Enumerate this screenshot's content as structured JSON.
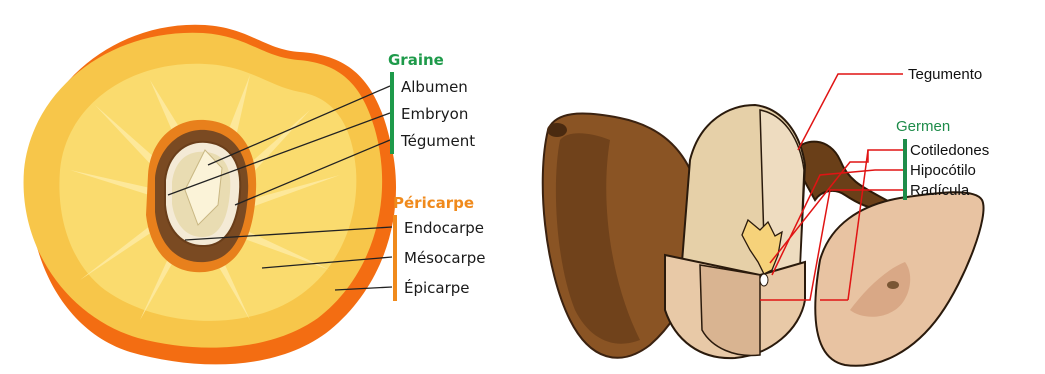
{
  "peach_diagram": {
    "graine": {
      "title": "Graine",
      "color": "#1e9a4a",
      "items": [
        "Albumen",
        "Embryon",
        "Tégument"
      ]
    },
    "pericarpe": {
      "title": "Péricarpe",
      "color": "#f08a1c",
      "items": [
        "Endocarpe",
        "Mésocarpe",
        "Épicarpe"
      ]
    }
  },
  "seed_diagram": {
    "tegumento": "Tegumento",
    "germen": {
      "title": "Germen",
      "color": "#1e8c4a",
      "items": [
        "Cotiledones",
        "Hipocótilo",
        "Radícula"
      ]
    },
    "leader_color": "#e01414"
  }
}
